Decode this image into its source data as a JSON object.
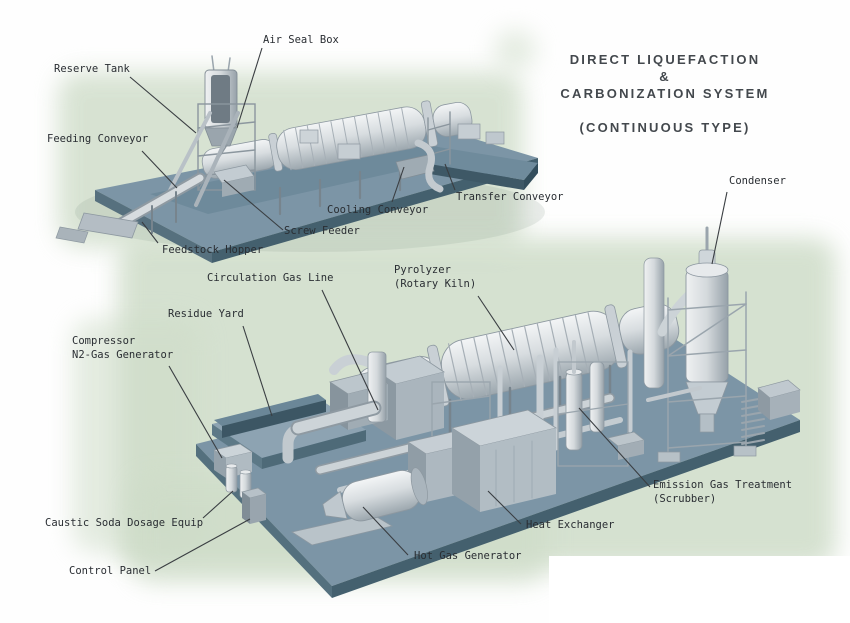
{
  "title": {
    "line1": "DIRECT LIQUEFACTION",
    "line2": "&",
    "line3": "CARBONIZATION SYSTEM",
    "line4": "(CONTINUOUS TYPE)"
  },
  "labels": {
    "air_seal_box": "Air Seal Box",
    "reserve_tank": "Reserve Tank",
    "feeding_conveyor": "Feeding Conveyor",
    "feedstock_hopper": "Feedstock Hopper",
    "screw_feeder": "Screw Feeder",
    "cooling_conveyor": "Cooling Conveyor",
    "transfer_conveyor": "Transfer Conveyor",
    "condenser": "Condenser",
    "pyrolyzer": "Pyrolyzer\n(Rotary Kiln)",
    "circulation_gas_line": "Circulation Gas Line",
    "residue_yard": "Residue Yard",
    "compressor_n2": "Compressor\nN2-Gas Generator",
    "caustic_soda": "Caustic Soda Dosage Equip",
    "control_panel": "Control Panel",
    "hot_gas_generator": "Hot Gas Generator",
    "heat_exchanger": "Heat Exchanger",
    "emission_gas_treatment": "Emission Gas Treatment\n(Scrubber)"
  },
  "colors": {
    "background": "#ffffff",
    "wash_green": "#cedcc8",
    "platform_blue": "#7c95a6",
    "platform_side": "#44606e",
    "machine_light": "#e4e7e9",
    "machine_mid": "#b9c2c8",
    "label_text": "#2a2e33",
    "title_text": "#43484d",
    "leader_line": "#3a3e42"
  }
}
